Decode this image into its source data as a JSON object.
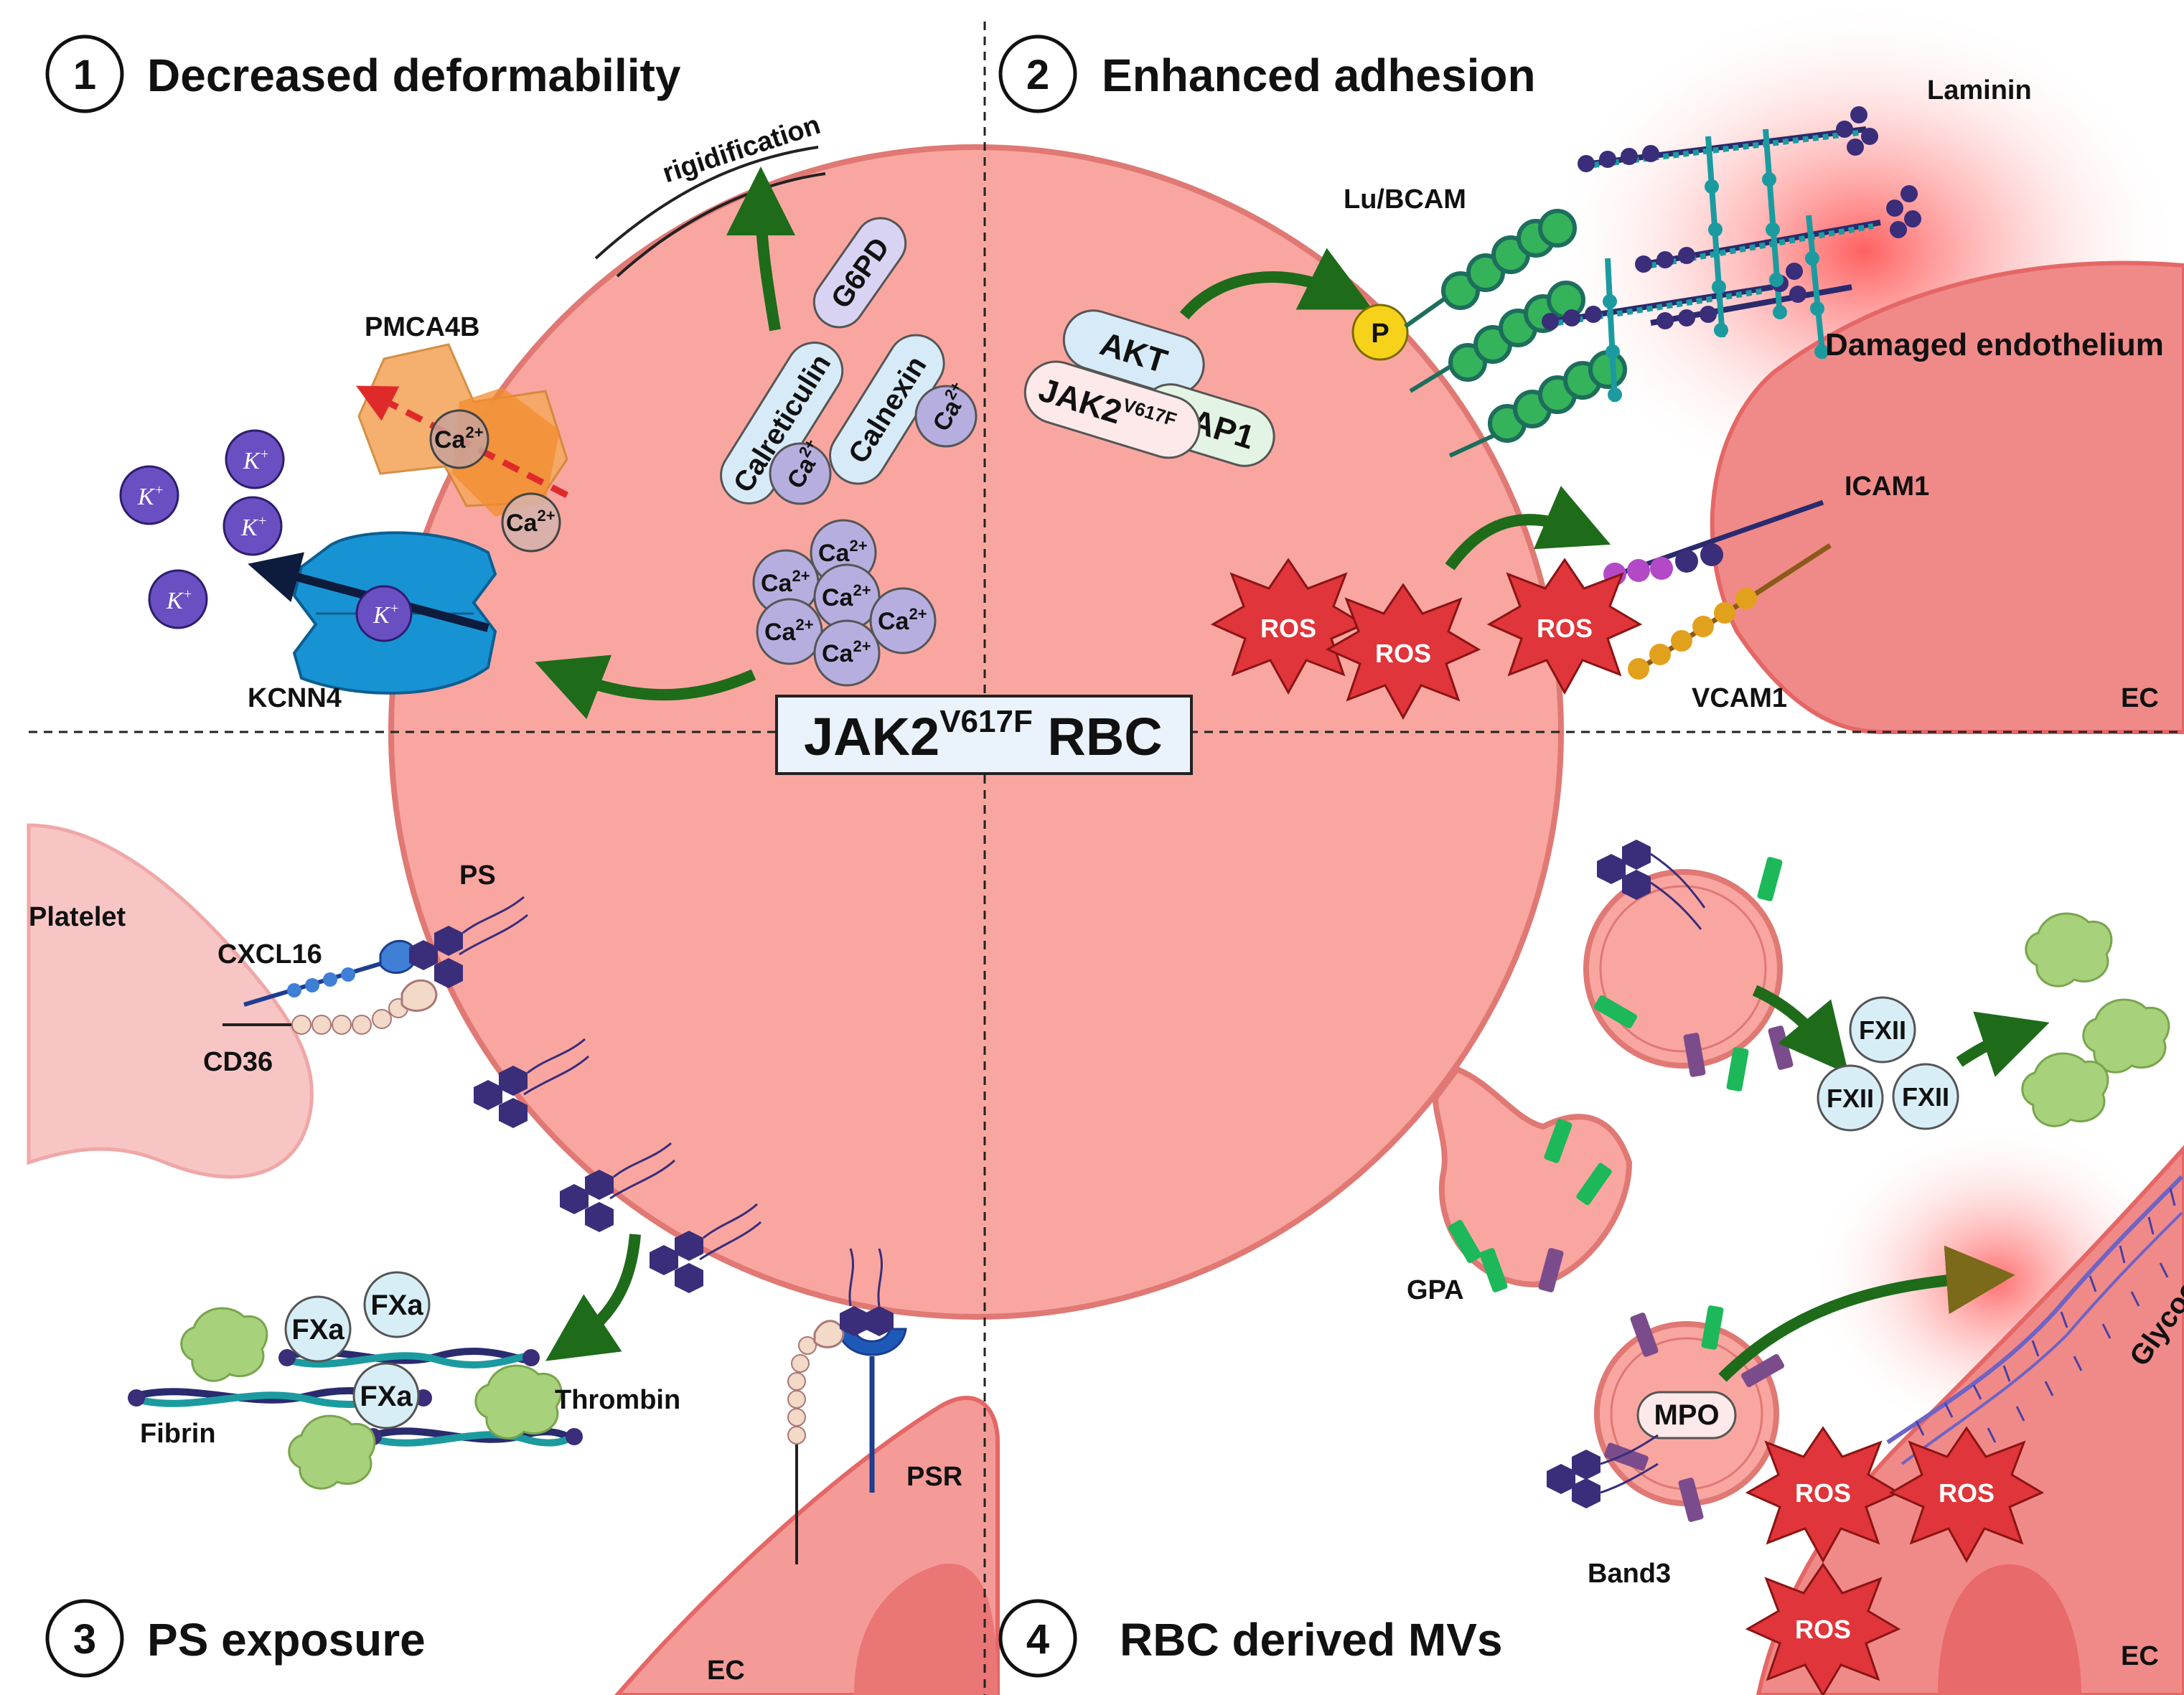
{
  "center_label": {
    "main": "JAK2",
    "sup": "V617F",
    "rest": " RBC"
  },
  "panels": [
    {
      "number": "1",
      "title": "Decreased deformability"
    },
    {
      "number": "2",
      "title": "Enhanced adhesion"
    },
    {
      "number": "3",
      "title": "PS exposure"
    },
    {
      "number": "4",
      "title": "RBC derived MVs"
    }
  ],
  "panel1": {
    "rigidification": "rigidification",
    "pmca": "PMCA4B",
    "kcnn": "KCNN4",
    "g6pd": "G6PD",
    "calreticulin": "Calreticulin",
    "calnexin": "Calnexin",
    "ca": "Ca",
    "ca_sup": "2+",
    "k": "K",
    "k_sup": "+"
  },
  "panel2": {
    "akt": "AKT",
    "jak2": "JAK2",
    "jak2_sup": "V617F",
    "rap1": "RAP1",
    "p": "P",
    "lubcam": "Lu/BCAM",
    "laminin": "Laminin",
    "damaged": "Damaged endothelium",
    "icam": "ICAM1",
    "vcam": "VCAM1",
    "ec": "EC",
    "ros": "ROS"
  },
  "panel3": {
    "platelet": "Platelet",
    "ps": "PS",
    "cxcl16": "CXCL16",
    "cd36": "CD36",
    "fxa": "FXa",
    "thrombin": "Thrombin",
    "fibrin": "Fibrin",
    "psr": "PSR",
    "ec": "EC"
  },
  "panel4": {
    "fxii": "FXII",
    "gpa": "GPA",
    "mpo": "MPO",
    "band3": "Band3",
    "glycocalyx": "Glycocalyx",
    "ros": "ROS",
    "ec": "EC"
  },
  "colors": {
    "rbc_fill": "#f9a6a1",
    "rbc_stroke": "#e07874",
    "arrow_green": "#1e6b1a",
    "ros_red": "#e0353a",
    "ca_purple": "#b7aee0",
    "k_purple": "#6a4fc2"
  }
}
